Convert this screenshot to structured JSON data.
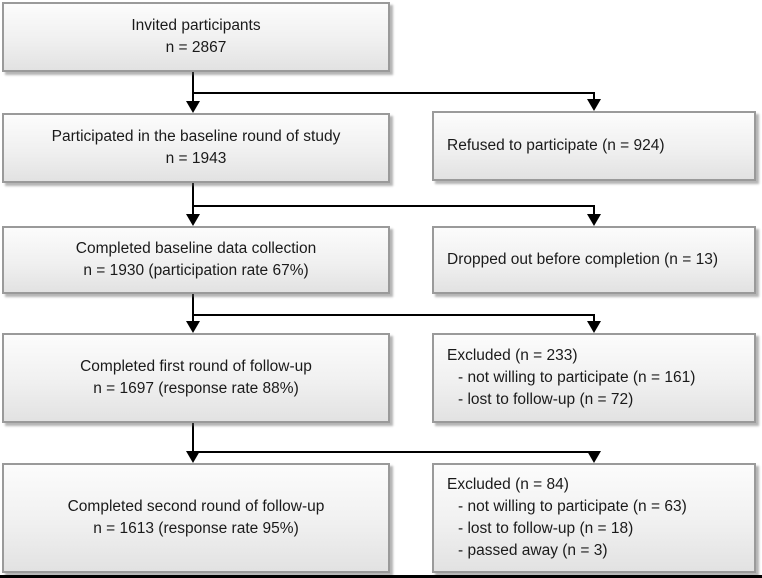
{
  "diagram_type": "study-participant-flowchart",
  "colors": {
    "box_border": "#9a9a9a",
    "box_fill_top": "#fcfcfc",
    "box_fill_bottom": "#e2e2e2",
    "arrow": "#000000",
    "page_bottom_line": "#000000"
  },
  "flow": {
    "main_boxes": [
      {
        "id": "invited",
        "lines": [
          "Invited participants",
          "n = 2867"
        ]
      },
      {
        "id": "baseline-round",
        "lines": [
          "Participated in the baseline round of study",
          "n = 1943"
        ]
      },
      {
        "id": "baseline-completed",
        "lines": [
          "Completed baseline data collection",
          "n = 1930 (participation rate 67%)"
        ]
      },
      {
        "id": "followup-first",
        "lines": [
          "Completed first round of follow-up",
          "n = 1697 (response rate 88%)"
        ]
      },
      {
        "id": "followup-second",
        "lines": [
          "Completed second round of follow-up",
          "n = 1613 (response rate 95%)"
        ]
      }
    ],
    "side_boxes": [
      {
        "id": "refused",
        "lines": [
          "Refused to participate (n = 924)"
        ]
      },
      {
        "id": "dropped-out",
        "lines": [
          "Dropped out before completion (n = 13)"
        ]
      },
      {
        "id": "excluded-first-followup",
        "lines": [
          "Excluded (n = 233)",
          "- not willing to participate (n = 161)",
          "- lost to follow-up (n = 72)"
        ]
      },
      {
        "id": "excluded-second-followup",
        "lines": [
          "Excluded (n = 84)",
          "- not willing to participate (n = 63)",
          "- lost to follow-up (n = 18)",
          "- passed away (n = 3)"
        ]
      }
    ]
  }
}
